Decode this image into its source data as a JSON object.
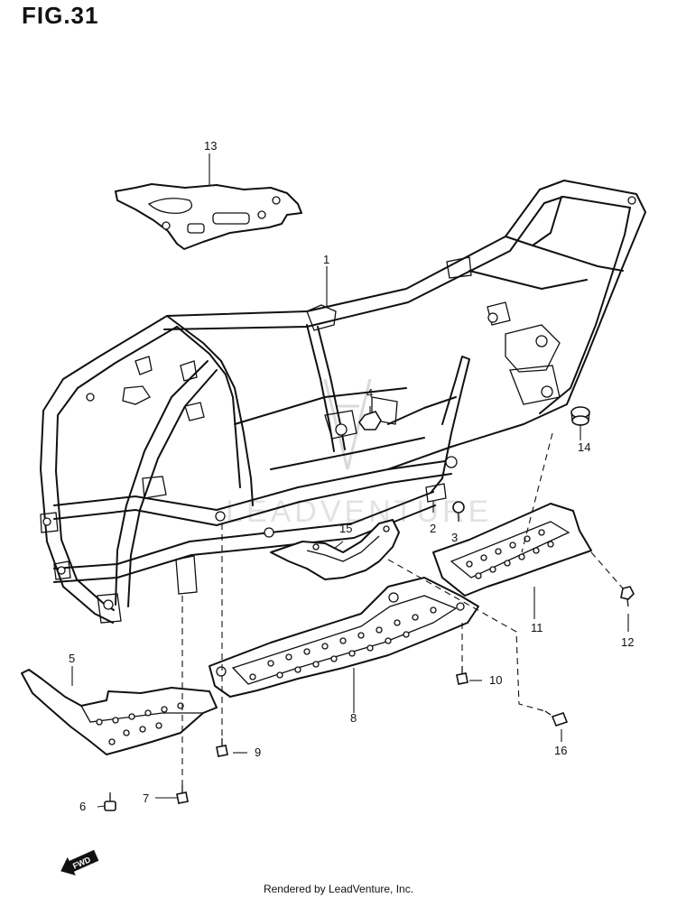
{
  "figure": {
    "title": "FIG.31",
    "footer": "Rendered by LeadVenture, Inc.",
    "watermark": "LEADVENTURE",
    "direction_marker": "FWD"
  },
  "callouts": [
    {
      "id": "1",
      "part": "frame"
    },
    {
      "id": "2",
      "part": "frame-bracket-stay"
    },
    {
      "id": "3",
      "part": "bolt"
    },
    {
      "id": "4",
      "part": "nut"
    },
    {
      "id": "5",
      "part": "front-skid-plate"
    },
    {
      "id": "6",
      "part": "bolt"
    },
    {
      "id": "7",
      "part": "bolt"
    },
    {
      "id": "8",
      "part": "center-skid-plate"
    },
    {
      "id": "9",
      "part": "bolt"
    },
    {
      "id": "10",
      "part": "bolt"
    },
    {
      "id": "11",
      "part": "rear-skid-plate"
    },
    {
      "id": "12",
      "part": "bolt"
    },
    {
      "id": "13",
      "part": "top-cover-plate"
    },
    {
      "id": "14",
      "part": "bushing"
    },
    {
      "id": "15",
      "part": "exhaust-heat-guard"
    },
    {
      "id": "16",
      "part": "bolt"
    }
  ]
}
